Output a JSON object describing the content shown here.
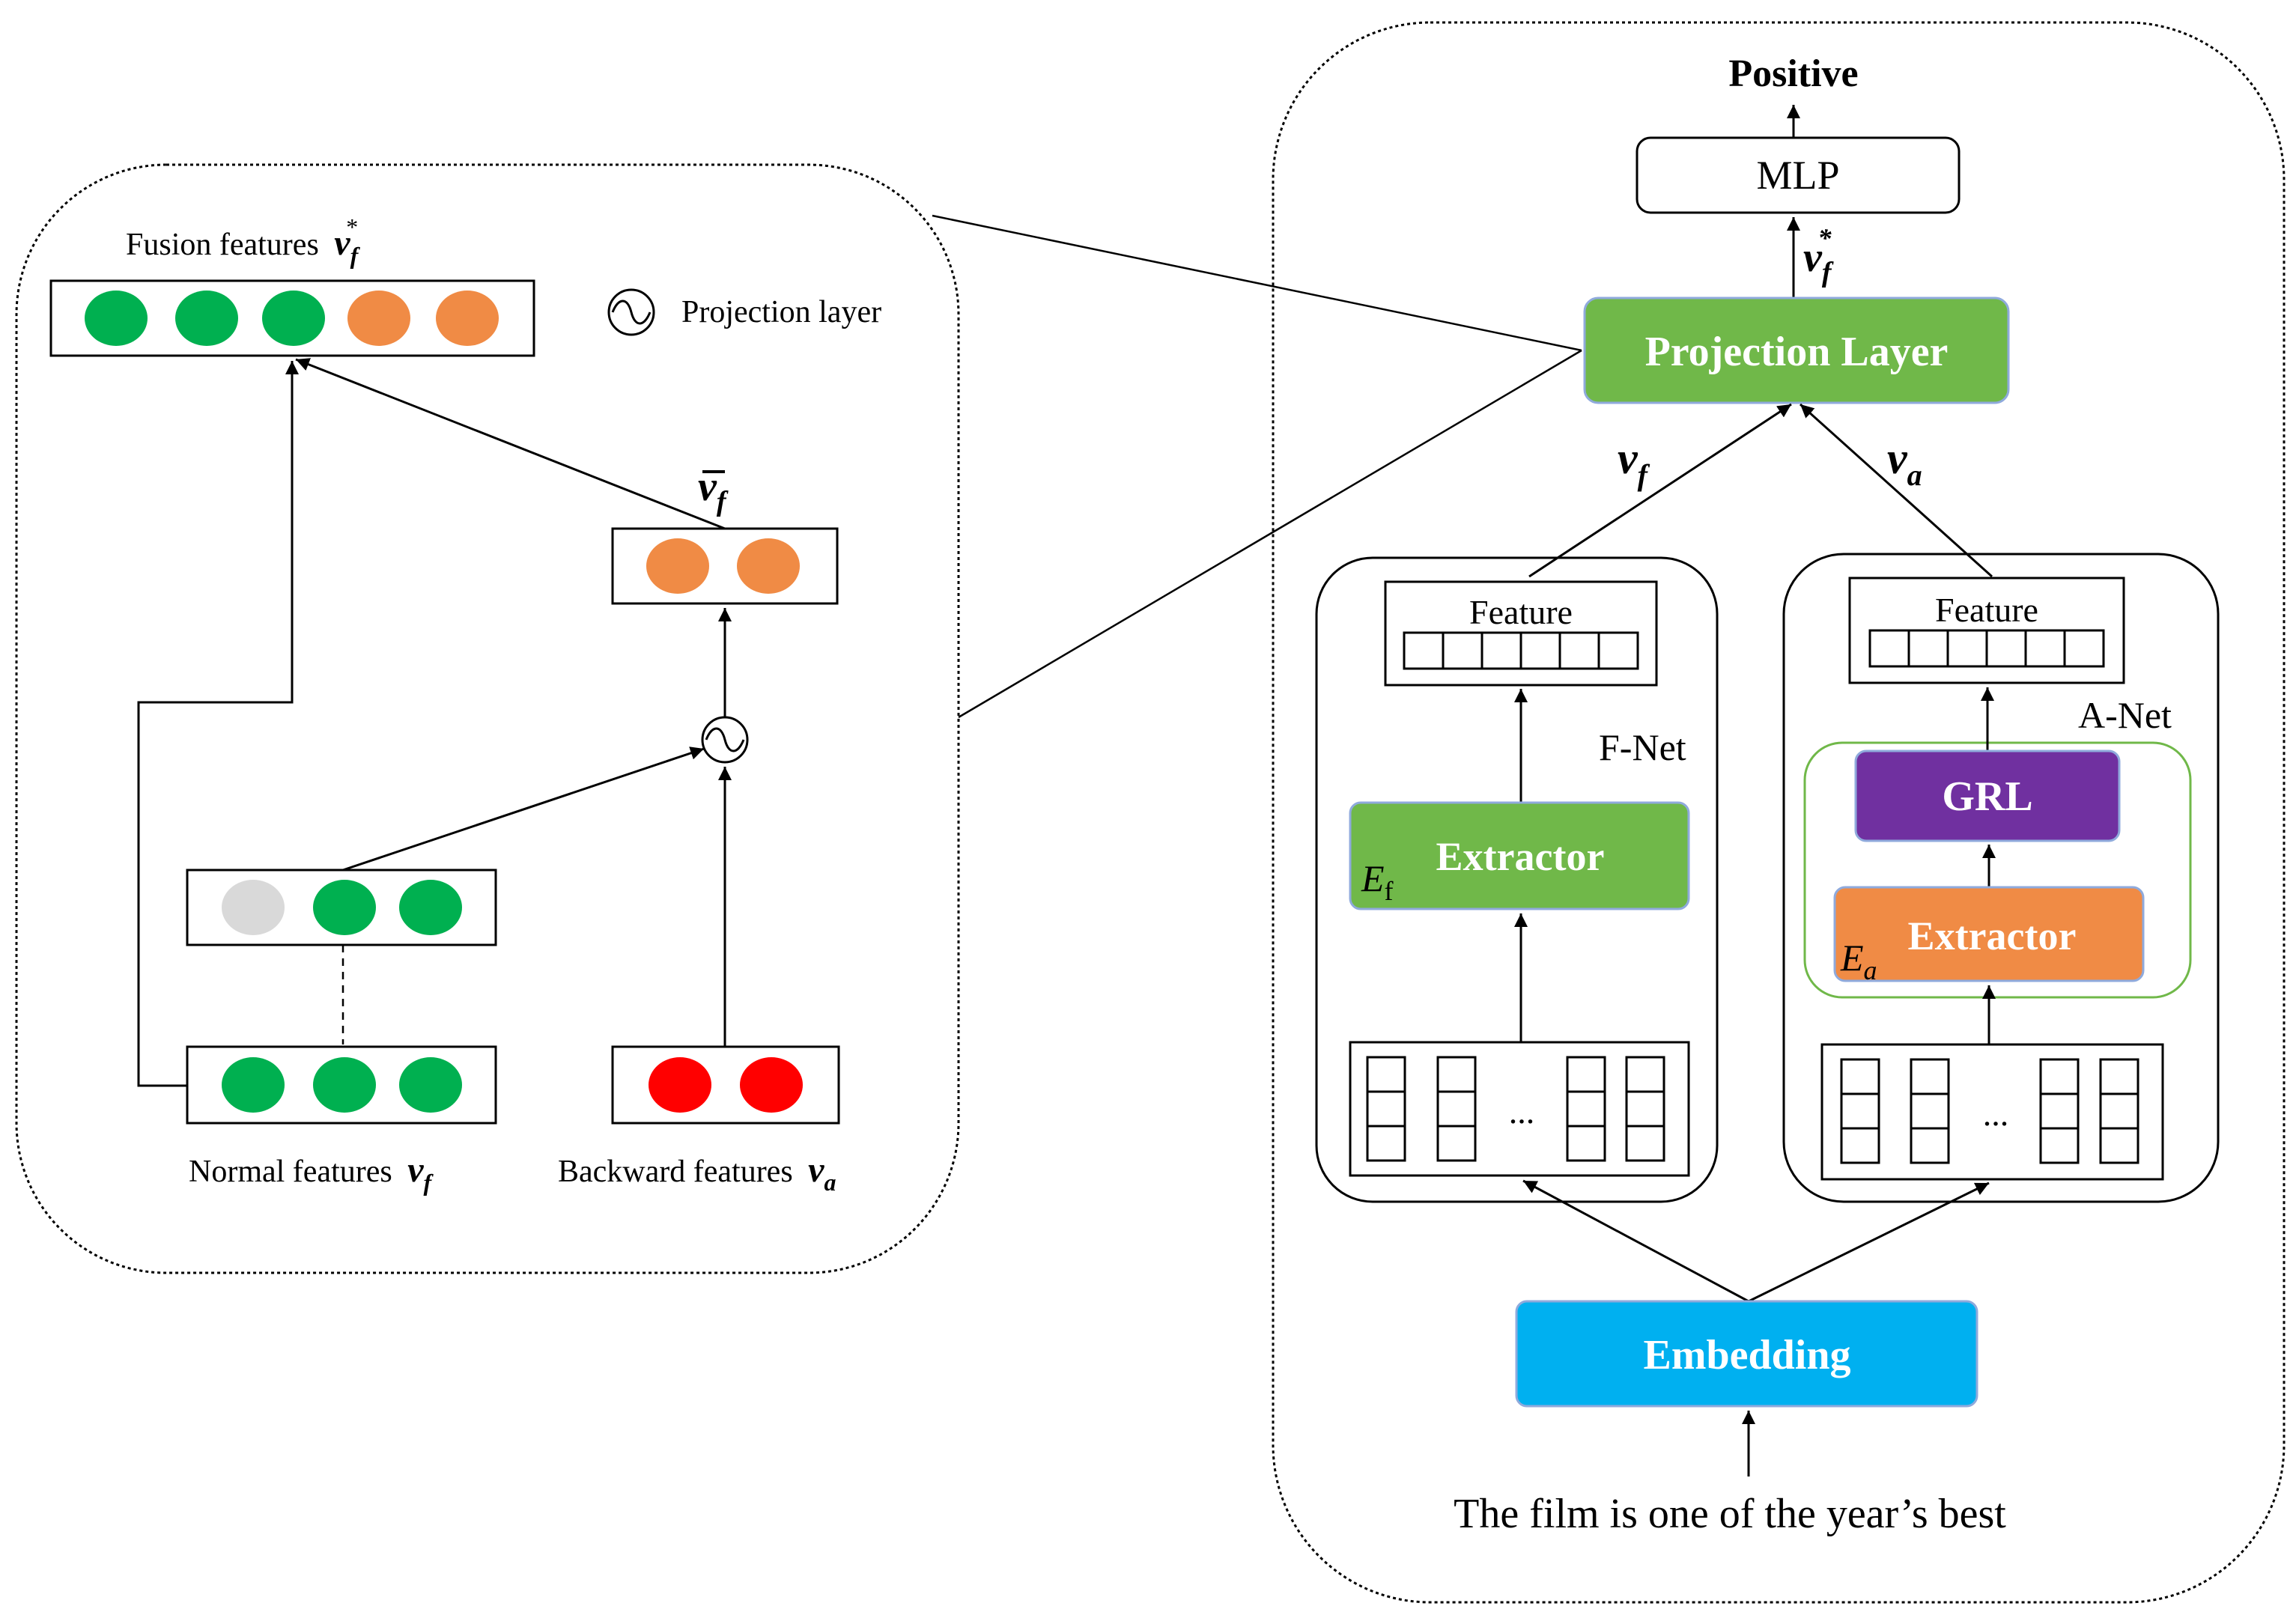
{
  "left_panel": {
    "fusion_label": "Fusion features",
    "fusion_symbol": "v",
    "fusion_sub": "f",
    "fusion_sup": "*",
    "projection_legend": "Projection layer",
    "vbar_symbol": "v",
    "vbar_sub": "f",
    "normal_label": "Normal features",
    "normal_symbol": "v",
    "normal_sub": "f",
    "backward_label": "Backward features",
    "backward_symbol": "v",
    "backward_sub": "a"
  },
  "right_panel": {
    "output_label": "Positive",
    "mlp_label": "MLP",
    "vstar_symbol": "v",
    "vstar_sub": "f",
    "vstar_sup": "*",
    "projection_layer_label": "Projection Layer",
    "vf_symbol": "v",
    "vf_sub": "f",
    "va_symbol": "v",
    "va_sub": "a",
    "fnet": {
      "title": "F-Net",
      "feature_label": "Feature",
      "extractor_label": "Extractor",
      "extractor_symbol": "E",
      "extractor_sub": "f",
      "ellipsis": "..."
    },
    "anet": {
      "title": "A-Net",
      "feature_label": "Feature",
      "grl_label": "GRL",
      "extractor_label": "Extractor",
      "extractor_symbol": "E",
      "extractor_sub": "a",
      "ellipsis": "..."
    },
    "embedding_label": "Embedding",
    "input_sentence": "The film is one of the year’s best"
  },
  "colors": {
    "green_dot": "#00b050",
    "orange_dot": "#f08b45",
    "red_dot": "#ff0000",
    "grey_dot": "#d9d9d9",
    "projection_fill": "#70b849",
    "extractor_f_fill": "#70b849",
    "grl_fill": "#7030a0",
    "extractor_a_fill": "#f08b45",
    "embedding_fill": "#00b0f0",
    "box_border_blue": "#8faadc",
    "anet_inner_border": "#70b849"
  }
}
